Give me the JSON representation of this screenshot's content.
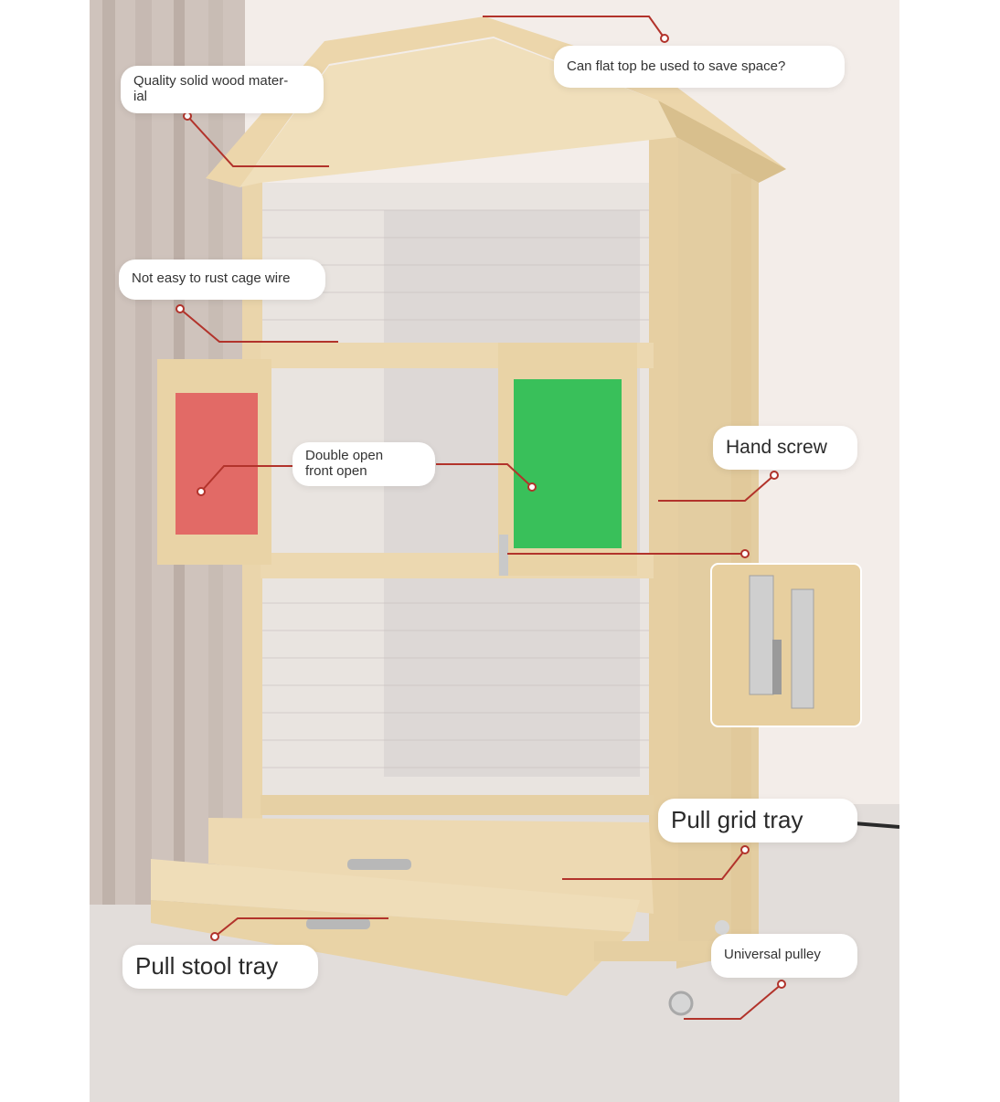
{
  "colors": {
    "wood": "#e9d3a6",
    "wood_dark": "#d9bd8a",
    "wall": "#f4eeea",
    "floor": "#e3dedb",
    "curtain": "#d3c7c0",
    "leader_line": "#b2332b",
    "red_panel": "#e26a66",
    "green_panel": "#39c05a"
  },
  "callouts": {
    "flat_top": "Can flat top be used to save space?",
    "solid_wood": "Quality solid wood mater-\nial",
    "cage_wire": "Not easy to rust cage wire",
    "double_open": "Double open\nfront open",
    "hand_screw": "Hand screw",
    "pull_grid": "Pull grid tray",
    "pull_stool": "Pull stool tray",
    "pulley": "Universal pulley"
  }
}
